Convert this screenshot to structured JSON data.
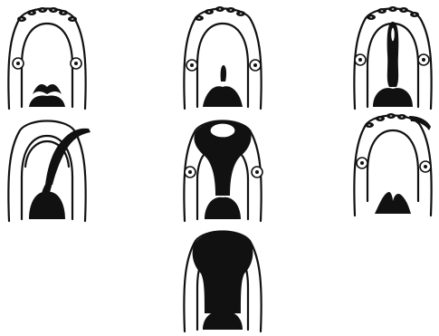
{
  "figure": {
    "panels": [
      {
        "id": "p1",
        "pattern": "incisor-ring"
      },
      {
        "id": "p2",
        "pattern": "small-tip"
      },
      {
        "id": "p3",
        "pattern": "midline-column"
      },
      {
        "id": "p4",
        "pattern": "diagonal-left"
      },
      {
        "id": "p5",
        "pattern": "bulb-column"
      },
      {
        "id": "p6",
        "pattern": "side-crack"
      },
      {
        "id": "p7",
        "pattern": "full-contact"
      }
    ],
    "colors": {
      "ink": "#111111",
      "paper": "#ffffff"
    }
  }
}
